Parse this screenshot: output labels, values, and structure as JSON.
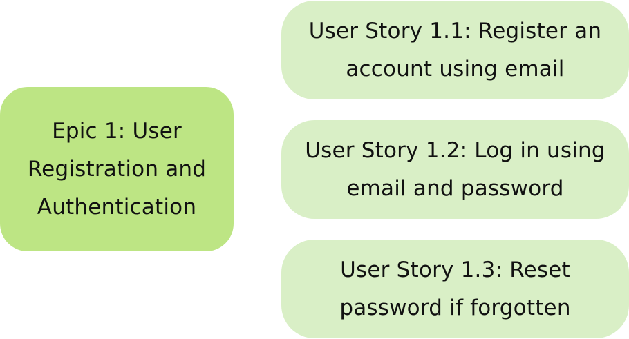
{
  "colors": {
    "epic_fill": "#bde584",
    "story_fill": "#d9efc6",
    "text": "#111111"
  },
  "epic": {
    "label": "Epic 1: User\nRegistration and\nAuthentication"
  },
  "stories": [
    {
      "label": "User Story 1.1: Register an\naccount using email"
    },
    {
      "label": "User Story 1.2: Log in using\nemail and password"
    },
    {
      "label": "User Story 1.3: Reset\npassword if forgotten"
    }
  ]
}
